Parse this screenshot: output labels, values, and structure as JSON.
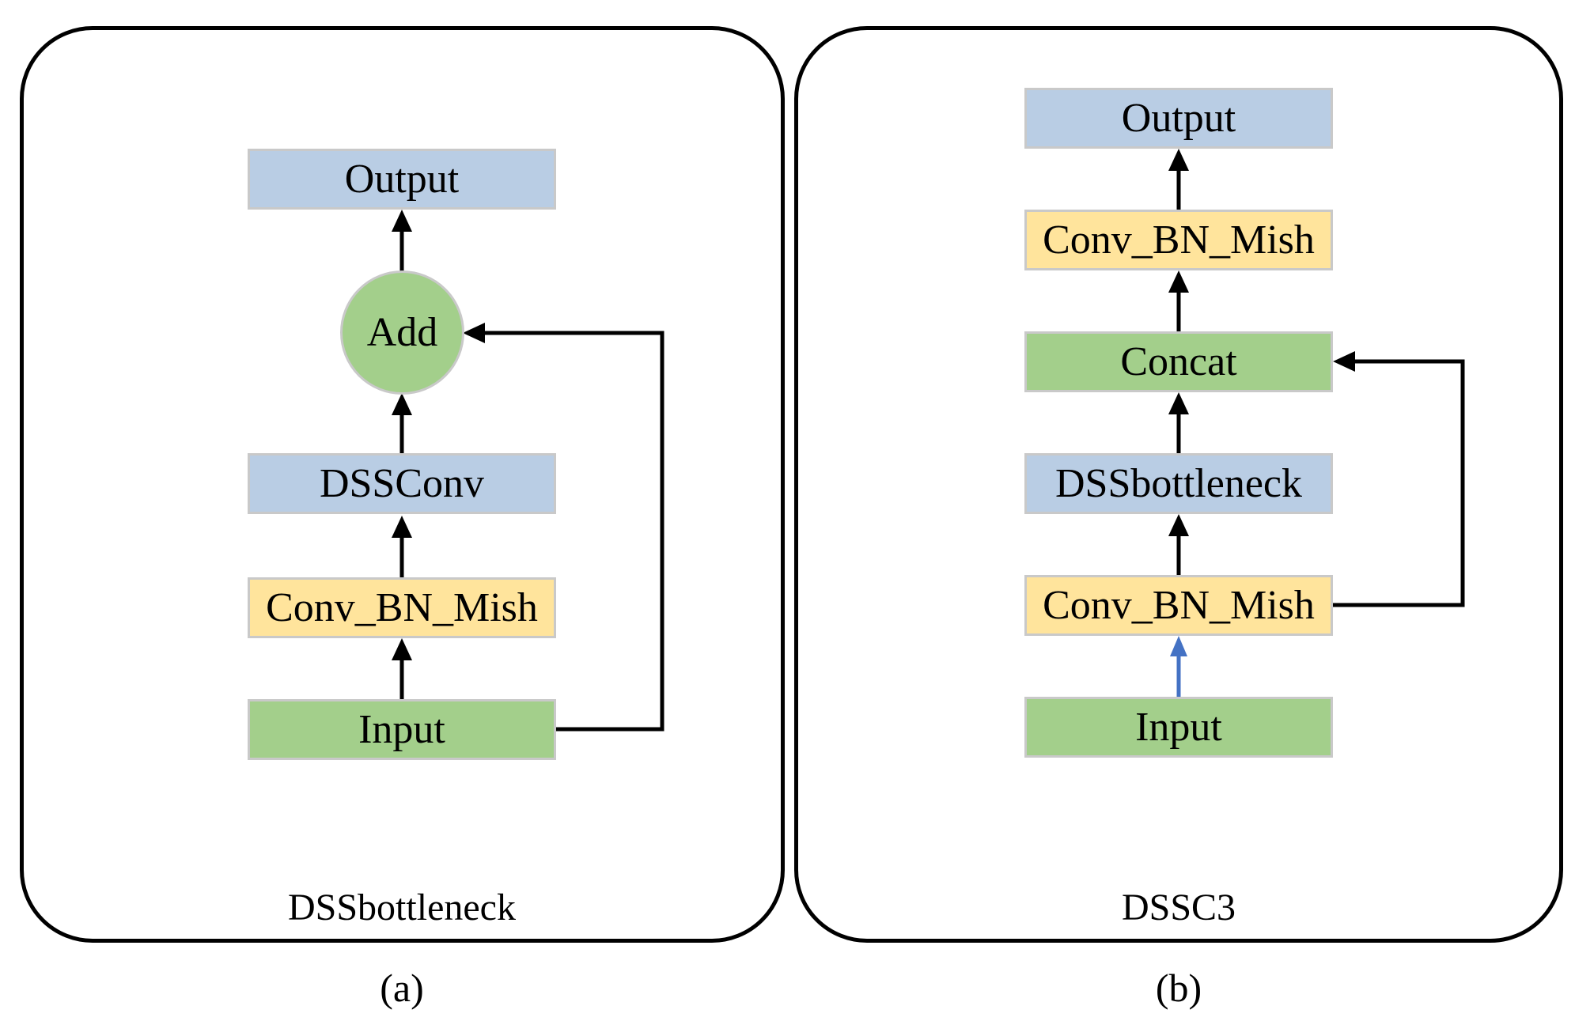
{
  "colors": {
    "box_blue": "#b9cde4",
    "box_yellow": "#ffe49c",
    "box_green": "#a3cf8b",
    "accent_blue": "#4472c4",
    "line_black": "#000000",
    "border_gray": "#c9c9c9"
  },
  "panel_a": {
    "caption": "DSSbottleneck",
    "figure_label": "(a)",
    "nodes": {
      "output": {
        "label": "Output"
      },
      "add": {
        "label": "Add"
      },
      "dssconv": {
        "label": "DSSConv"
      },
      "conv_bn_mish": {
        "label": "Conv_BN_Mish"
      },
      "input": {
        "label": "Input"
      }
    }
  },
  "panel_b": {
    "caption": "DSSC3",
    "figure_label": "(b)",
    "nodes": {
      "output": {
        "label": "Output"
      },
      "conv_bn_mish_top": {
        "label": "Conv_BN_Mish"
      },
      "concat": {
        "label": "Concat"
      },
      "dssbottleneck": {
        "label": "DSSbottleneck"
      },
      "conv_bn_mish_bottom": {
        "label": "Conv_BN_Mish"
      },
      "input": {
        "label": "Input"
      }
    }
  }
}
